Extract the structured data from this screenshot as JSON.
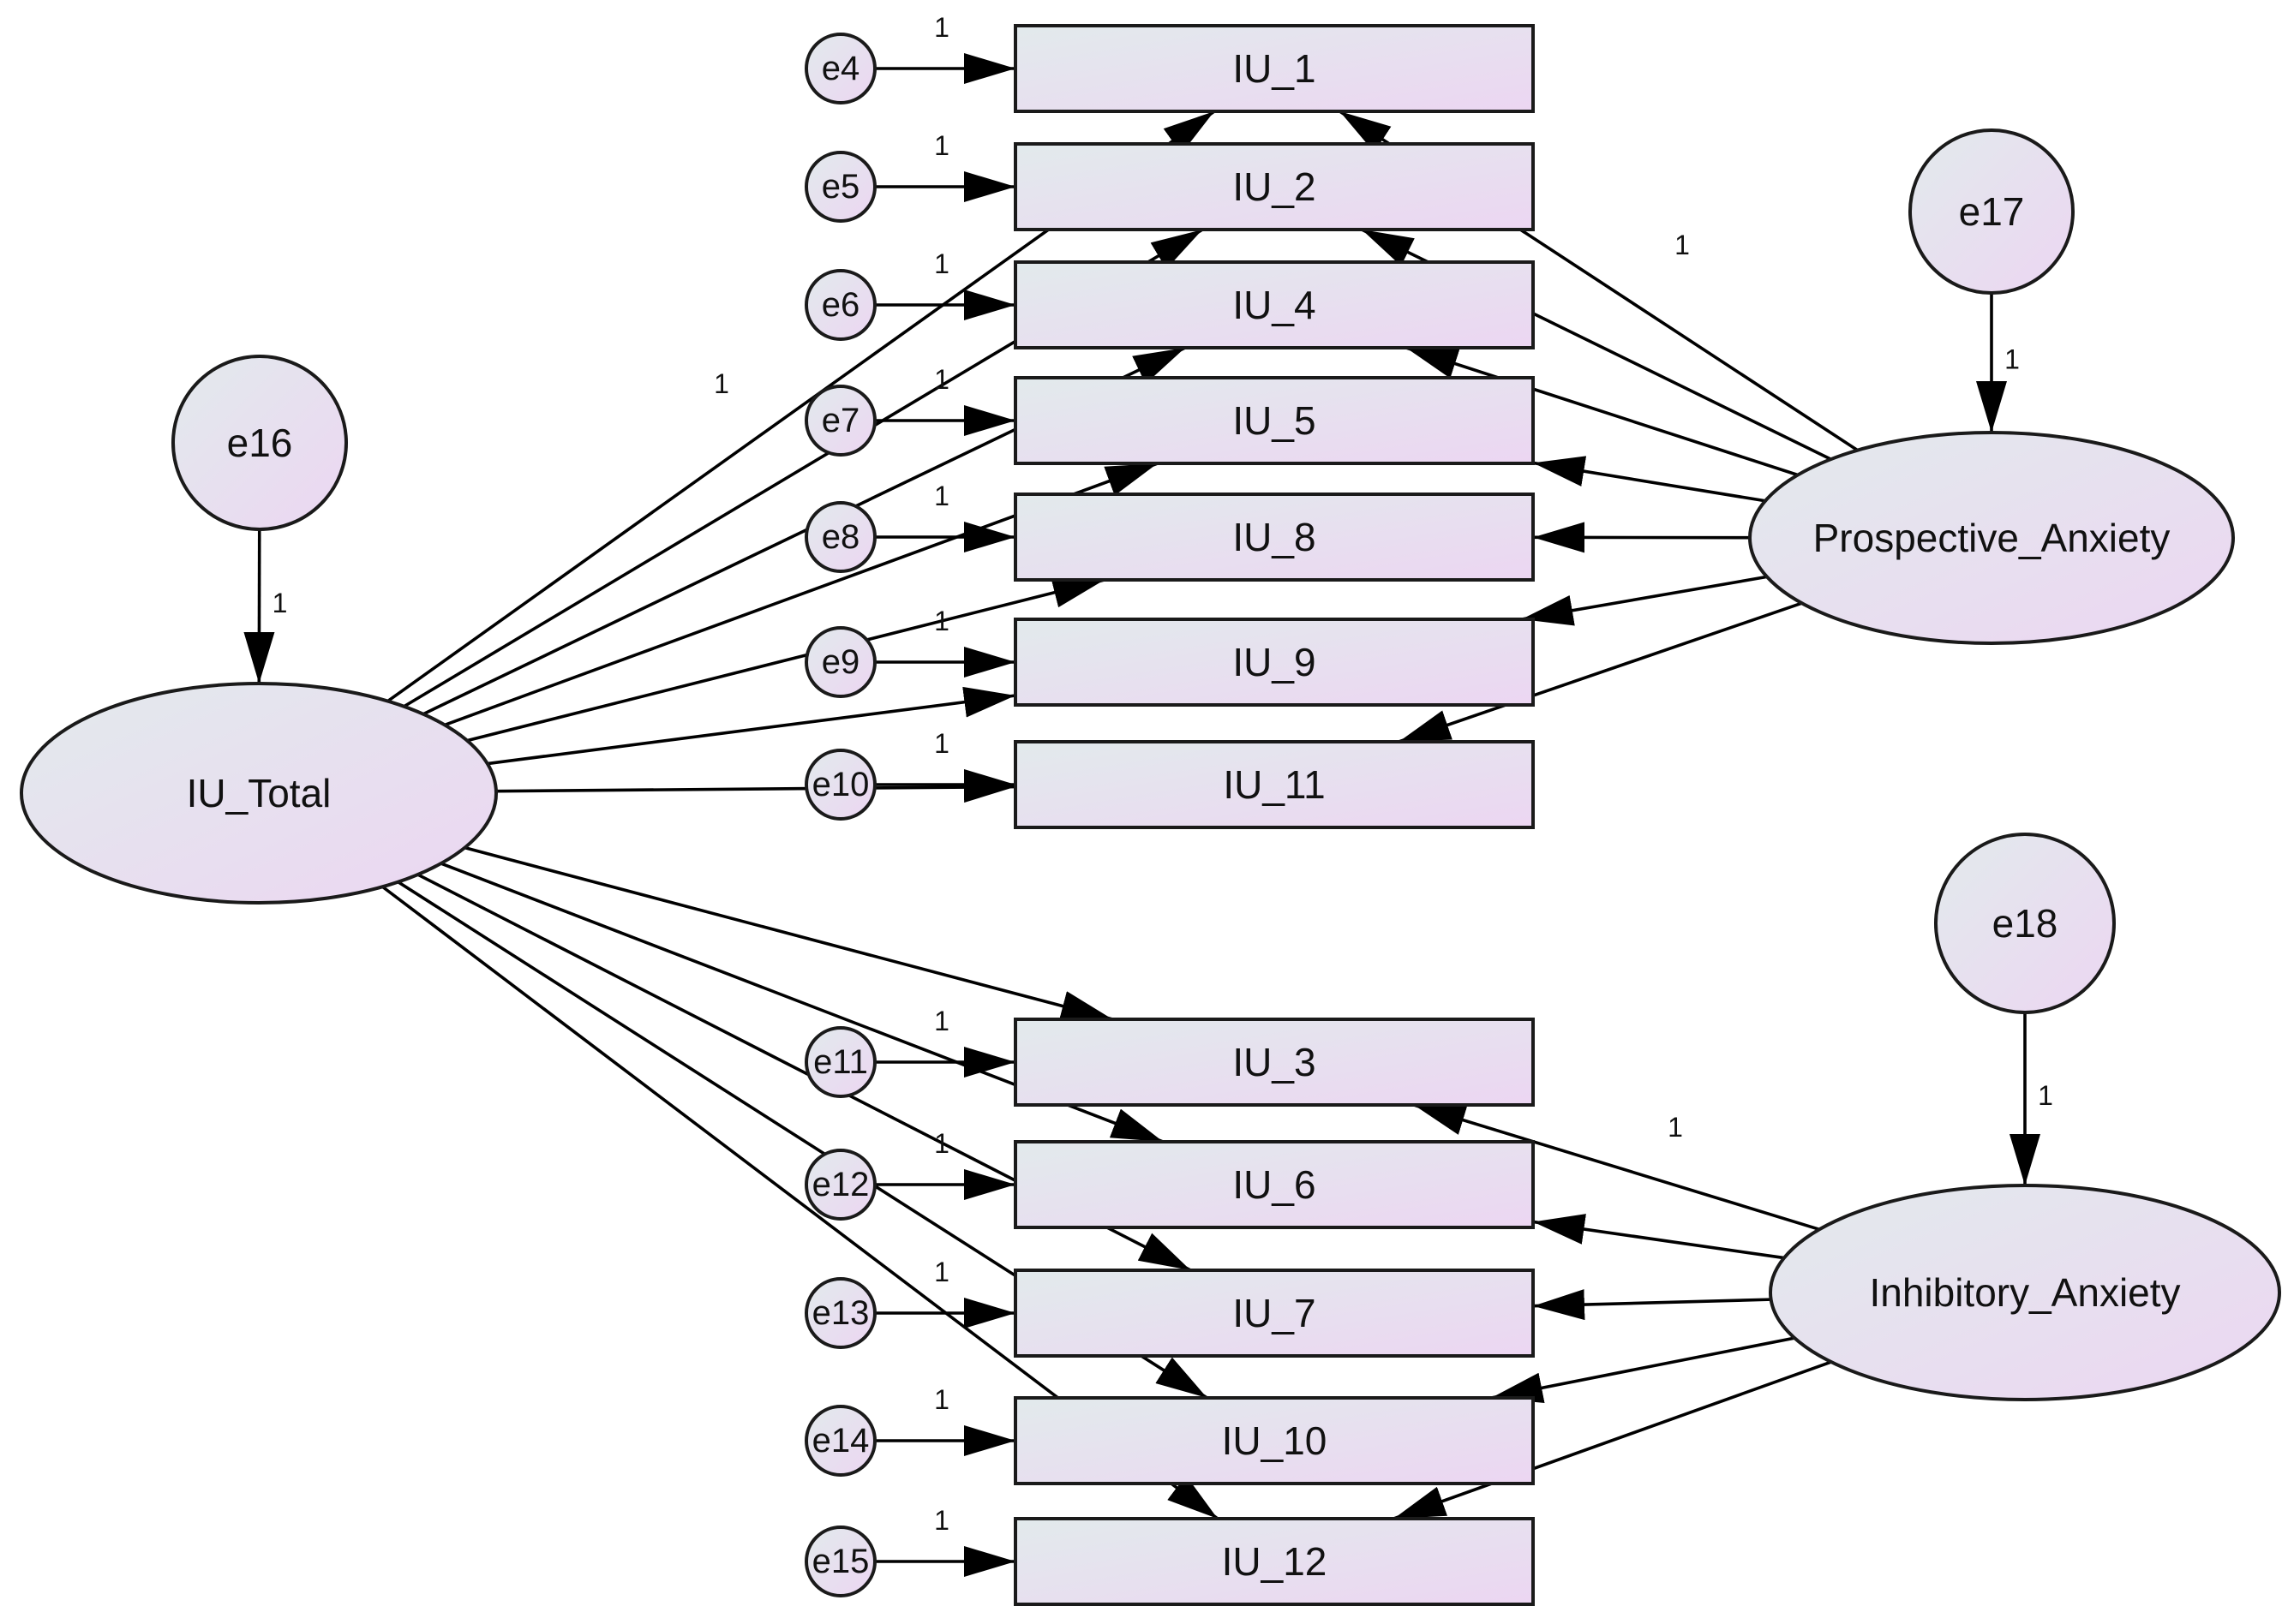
{
  "diagram": {
    "colors": {
      "fill_start": "#e2eaec",
      "fill_end": "#ecd6f2",
      "stroke": "#1a1a1a",
      "edge": "#000000",
      "background": "#ffffff"
    },
    "nodes": [
      {
        "id": "IU_Total",
        "shape": "latent",
        "label": "IU_Total"
      },
      {
        "id": "Prospective_Anxiety",
        "shape": "latent",
        "label": "Prospective_Anxiety"
      },
      {
        "id": "Inhibitory_Anxiety",
        "shape": "latent",
        "label": "Inhibitory_Anxiety"
      },
      {
        "id": "e16",
        "shape": "error",
        "label": "e16"
      },
      {
        "id": "e17",
        "shape": "error",
        "label": "e17"
      },
      {
        "id": "e18",
        "shape": "error",
        "label": "e18"
      },
      {
        "id": "IU_1",
        "shape": "observed",
        "label": "IU_1"
      },
      {
        "id": "IU_2",
        "shape": "observed",
        "label": "IU_2"
      },
      {
        "id": "IU_4",
        "shape": "observed",
        "label": "IU_4"
      },
      {
        "id": "IU_5",
        "shape": "observed",
        "label": "IU_5"
      },
      {
        "id": "IU_8",
        "shape": "observed",
        "label": "IU_8"
      },
      {
        "id": "IU_9",
        "shape": "observed",
        "label": "IU_9"
      },
      {
        "id": "IU_11",
        "shape": "observed",
        "label": "IU_11"
      },
      {
        "id": "IU_3",
        "shape": "observed",
        "label": "IU_3"
      },
      {
        "id": "IU_6",
        "shape": "observed",
        "label": "IU_6"
      },
      {
        "id": "IU_7",
        "shape": "observed",
        "label": "IU_7"
      },
      {
        "id": "IU_10",
        "shape": "observed",
        "label": "IU_10"
      },
      {
        "id": "IU_12",
        "shape": "observed",
        "label": "IU_12"
      },
      {
        "id": "e4",
        "shape": "residual",
        "label": "e4"
      },
      {
        "id": "e5",
        "shape": "residual",
        "label": "e5"
      },
      {
        "id": "e6",
        "shape": "residual",
        "label": "e6"
      },
      {
        "id": "e7",
        "shape": "residual",
        "label": "e7"
      },
      {
        "id": "e8",
        "shape": "residual",
        "label": "e8"
      },
      {
        "id": "e9",
        "shape": "residual",
        "label": "e9"
      },
      {
        "id": "e10",
        "shape": "residual",
        "label": "e10"
      },
      {
        "id": "e11",
        "shape": "residual",
        "label": "e11"
      },
      {
        "id": "e12",
        "shape": "residual",
        "label": "e12"
      },
      {
        "id": "e13",
        "shape": "residual",
        "label": "e13"
      },
      {
        "id": "e14",
        "shape": "residual",
        "label": "e14"
      },
      {
        "id": "e15",
        "shape": "residual",
        "label": "e15"
      }
    ],
    "edges": [
      {
        "from": "e16",
        "to": "IU_Total",
        "weight": "1"
      },
      {
        "from": "e17",
        "to": "Prospective_Anxiety",
        "weight": "1"
      },
      {
        "from": "e18",
        "to": "Inhibitory_Anxiety",
        "weight": "1"
      },
      {
        "from": "IU_Total",
        "to": "IU_1",
        "weight": "1"
      },
      {
        "from": "IU_Total",
        "to": "IU_2",
        "weight": ""
      },
      {
        "from": "IU_Total",
        "to": "IU_4",
        "weight": ""
      },
      {
        "from": "IU_Total",
        "to": "IU_5",
        "weight": ""
      },
      {
        "from": "IU_Total",
        "to": "IU_8",
        "weight": ""
      },
      {
        "from": "IU_Total",
        "to": "IU_9",
        "weight": ""
      },
      {
        "from": "IU_Total",
        "to": "IU_11",
        "weight": ""
      },
      {
        "from": "IU_Total",
        "to": "IU_3",
        "weight": ""
      },
      {
        "from": "IU_Total",
        "to": "IU_6",
        "weight": ""
      },
      {
        "from": "IU_Total",
        "to": "IU_7",
        "weight": ""
      },
      {
        "from": "IU_Total",
        "to": "IU_10",
        "weight": ""
      },
      {
        "from": "IU_Total",
        "to": "IU_12",
        "weight": ""
      },
      {
        "from": "Prospective_Anxiety",
        "to": "IU_1",
        "weight": "1"
      },
      {
        "from": "Prospective_Anxiety",
        "to": "IU_2",
        "weight": ""
      },
      {
        "from": "Prospective_Anxiety",
        "to": "IU_4",
        "weight": ""
      },
      {
        "from": "Prospective_Anxiety",
        "to": "IU_5",
        "weight": ""
      },
      {
        "from": "Prospective_Anxiety",
        "to": "IU_8",
        "weight": ""
      },
      {
        "from": "Prospective_Anxiety",
        "to": "IU_9",
        "weight": ""
      },
      {
        "from": "Prospective_Anxiety",
        "to": "IU_11",
        "weight": ""
      },
      {
        "from": "Inhibitory_Anxiety",
        "to": "IU_3",
        "weight": "1"
      },
      {
        "from": "Inhibitory_Anxiety",
        "to": "IU_6",
        "weight": ""
      },
      {
        "from": "Inhibitory_Anxiety",
        "to": "IU_7",
        "weight": ""
      },
      {
        "from": "Inhibitory_Anxiety",
        "to": "IU_10",
        "weight": ""
      },
      {
        "from": "Inhibitory_Anxiety",
        "to": "IU_12",
        "weight": ""
      },
      {
        "from": "e4",
        "to": "IU_1",
        "weight": "1"
      },
      {
        "from": "e5",
        "to": "IU_2",
        "weight": "1"
      },
      {
        "from": "e6",
        "to": "IU_4",
        "weight": "1"
      },
      {
        "from": "e7",
        "to": "IU_5",
        "weight": "1"
      },
      {
        "from": "e8",
        "to": "IU_8",
        "weight": "1"
      },
      {
        "from": "e9",
        "to": "IU_9",
        "weight": "1"
      },
      {
        "from": "e10",
        "to": "IU_11",
        "weight": "1"
      },
      {
        "from": "e11",
        "to": "IU_3",
        "weight": "1"
      },
      {
        "from": "e12",
        "to": "IU_6",
        "weight": "1"
      },
      {
        "from": "e13",
        "to": "IU_7",
        "weight": "1"
      },
      {
        "from": "e14",
        "to": "IU_10",
        "weight": "1"
      },
      {
        "from": "e15",
        "to": "IU_12",
        "weight": "1"
      }
    ]
  }
}
